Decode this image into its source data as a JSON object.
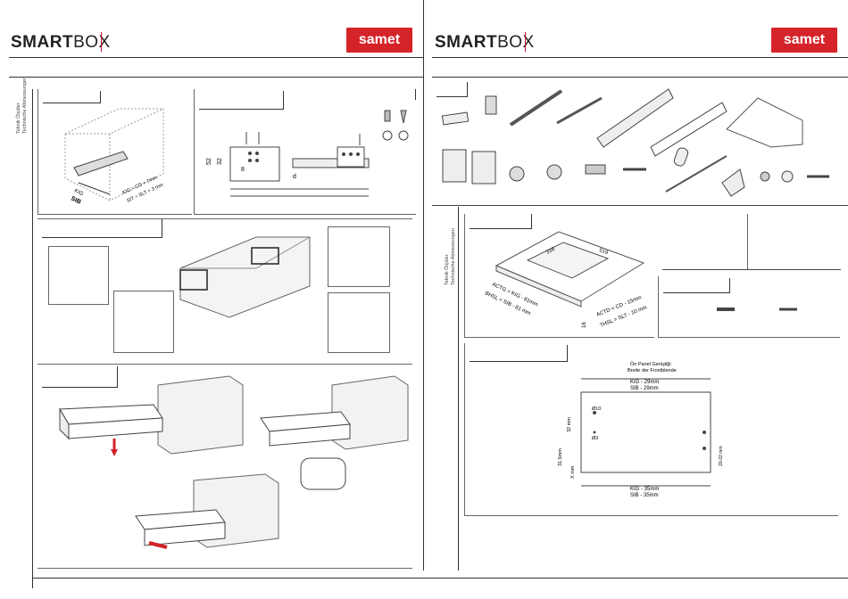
{
  "left_header": {
    "brand_bold": "SMART",
    "brand_light": "BOX",
    "logo": "samet"
  },
  "right_header": {
    "brand_bold": "SMART",
    "brand_light": "BOX",
    "logo": "samet"
  },
  "left_side_label": {
    "line1": "Teknik Ölçüler",
    "line2": "Technische Abmessungen"
  },
  "right_side_label": {
    "line1": "Teknik Ölçüler",
    "line2": "Technische Abmessungen"
  },
  "cabinet_diagram": {
    "kig": "KIG",
    "sib": "SIB",
    "formula1": "KIG = CD + 7mm",
    "formula2": "SIT = SLT + 3 mm"
  },
  "dim_diagram": {
    "d52": "52",
    "d32": "32",
    "d8": "8",
    "dd": "d"
  },
  "bottom_panel_dims": {
    "top_w": "519",
    "inner": "316",
    "actg": "ACTG = KIG - 81mm",
    "bhsl": "BHSL = SIB - 81 mm",
    "actd": "ACTD = CD - 15mm",
    "thsl": "THSL = SLT - 10 mm",
    "t16": "16"
  },
  "front_panel_dims": {
    "title1": "Ön Panel Genişliği",
    "title2": "Breite der Frontblende",
    "kig29": "KIG - 29mm",
    "sib29": "SIB - 29mm",
    "d10": "Ø10",
    "d3": "Ø3",
    "h32": "32 mm",
    "h31": "31.5mm",
    "xmm": "X mm",
    "kig35": "KIG - 35mm",
    "sib35": "SIB - 35mm",
    "h_right": "20-22 mm"
  }
}
